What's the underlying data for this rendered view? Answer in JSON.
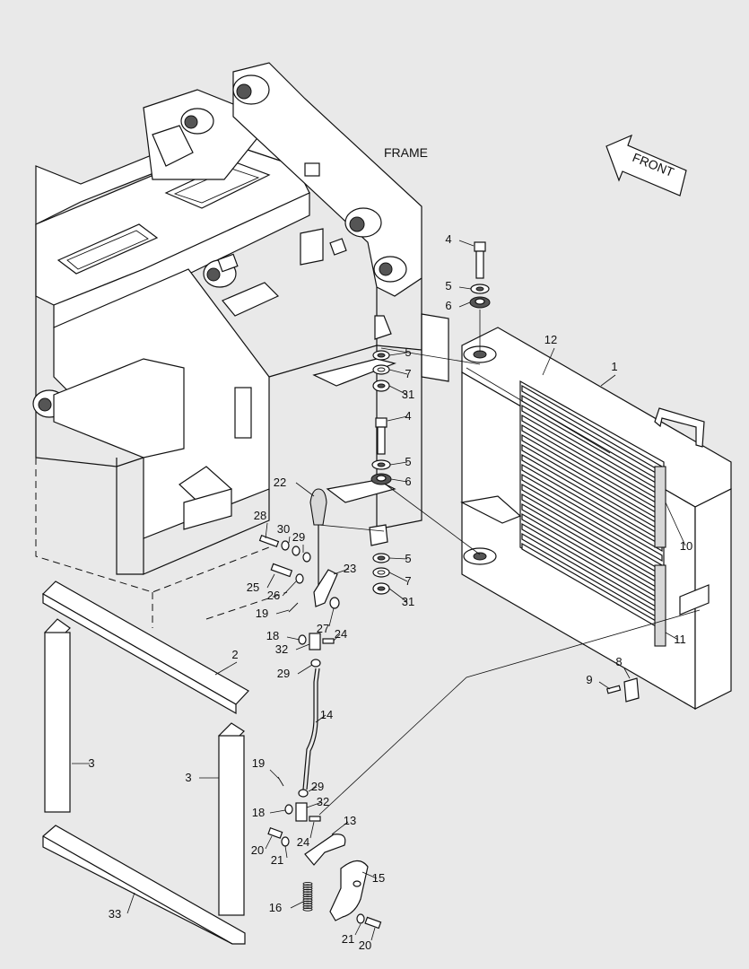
{
  "frame_label": "FRAME",
  "front_label": "FRONT",
  "callouts": [
    {
      "id": "c4a",
      "text": "4"
    },
    {
      "id": "c5a",
      "text": "5"
    },
    {
      "id": "c6a",
      "text": "6"
    },
    {
      "id": "c5b",
      "text": "5"
    },
    {
      "id": "c7a",
      "text": "7"
    },
    {
      "id": "c31a",
      "text": "31"
    },
    {
      "id": "c4b",
      "text": "4"
    },
    {
      "id": "c5c",
      "text": "5"
    },
    {
      "id": "c6b",
      "text": "6"
    },
    {
      "id": "c5d",
      "text": "5"
    },
    {
      "id": "c7b",
      "text": "7"
    },
    {
      "id": "c31b",
      "text": "31"
    },
    {
      "id": "c12",
      "text": "12"
    },
    {
      "id": "c1",
      "text": "1"
    },
    {
      "id": "c10",
      "text": "10"
    },
    {
      "id": "c11",
      "text": "11"
    },
    {
      "id": "c8",
      "text": "8"
    },
    {
      "id": "c9",
      "text": "9"
    },
    {
      "id": "c22",
      "text": "22"
    },
    {
      "id": "c28",
      "text": "28"
    },
    {
      "id": "c30",
      "text": "30"
    },
    {
      "id": "c29a",
      "text": "29"
    },
    {
      "id": "c23",
      "text": "23"
    },
    {
      "id": "c25",
      "text": "25"
    },
    {
      "id": "c26",
      "text": "26"
    },
    {
      "id": "c19a",
      "text": "19"
    },
    {
      "id": "c27",
      "text": "27"
    },
    {
      "id": "c18a",
      "text": "18"
    },
    {
      "id": "c24a",
      "text": "24"
    },
    {
      "id": "c32a",
      "text": "32"
    },
    {
      "id": "c29b",
      "text": "29"
    },
    {
      "id": "c2",
      "text": "2"
    },
    {
      "id": "c14",
      "text": "14"
    },
    {
      "id": "c3a",
      "text": "3"
    },
    {
      "id": "c3b",
      "text": "3"
    },
    {
      "id": "c19b",
      "text": "19"
    },
    {
      "id": "c29c",
      "text": "29"
    },
    {
      "id": "c32b",
      "text": "32"
    },
    {
      "id": "c18b",
      "text": "18"
    },
    {
      "id": "c13",
      "text": "13"
    },
    {
      "id": "c24b",
      "text": "24"
    },
    {
      "id": "c20a",
      "text": "20"
    },
    {
      "id": "c21a",
      "text": "21"
    },
    {
      "id": "c15",
      "text": "15"
    },
    {
      "id": "c16",
      "text": "16"
    },
    {
      "id": "c33",
      "text": "33"
    },
    {
      "id": "c21b",
      "text": "21"
    },
    {
      "id": "c20b",
      "text": "20"
    }
  ]
}
